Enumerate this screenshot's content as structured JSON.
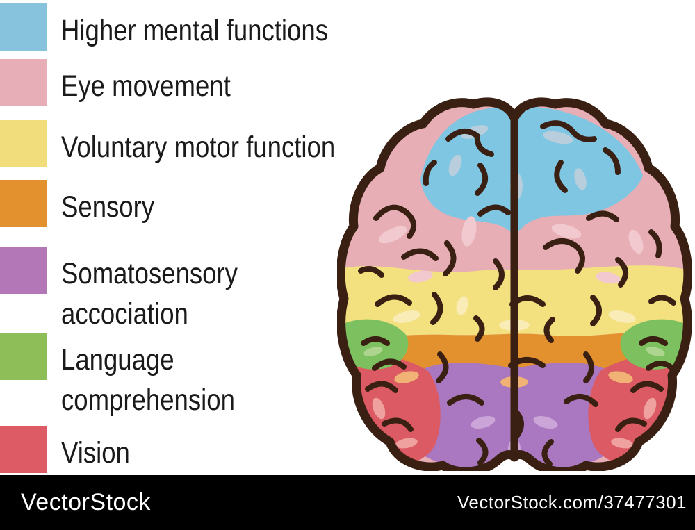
{
  "legend": {
    "items": [
      {
        "label": "Higher mental functions",
        "color": "#87c3dc"
      },
      {
        "label": "Eye movement",
        "color": "#e8aeb7"
      },
      {
        "label": "Voluntary motor function",
        "color": "#f1dd7b"
      },
      {
        "label": "Sensory",
        "color": "#e2912e"
      },
      {
        "label": "Somatosensory\naccociation",
        "color": "#b377b8"
      },
      {
        "label": "Language\ncomprehension",
        "color": "#8dbe57"
      },
      {
        "label": "Vision",
        "color": "#dc5b65"
      }
    ]
  },
  "brain": {
    "outline_color": "#3a2013",
    "regions": {
      "blue": {
        "label": "Higher mental functions",
        "color": "#7fc6e2",
        "highlight": "#b9cedd"
      },
      "pink": {
        "label": "Eye movement",
        "color": "#e7aeb6",
        "highlight": "#f2c9ce"
      },
      "yellow": {
        "label": "Voluntary motor function",
        "color": "#f3e07e",
        "highlight": "#f9ecb6"
      },
      "orange": {
        "label": "Sensory",
        "color": "#e2912e",
        "highlight": "#f0b375"
      },
      "purple": {
        "label": "Somatosensory accociation",
        "color": "#a978c0",
        "highlight": "#cba4d8"
      },
      "green": {
        "label": "Language comprehension",
        "color": "#7dc05f",
        "highlight": "#aed58f"
      },
      "red": {
        "label": "Vision",
        "color": "#dc5a63",
        "highlight": "#efa19f"
      }
    }
  },
  "footer": {
    "logo": "VectorStock",
    "credit": "VectorStock.com/37477301",
    "background": "#000000",
    "text_color": "#ffffff"
  }
}
